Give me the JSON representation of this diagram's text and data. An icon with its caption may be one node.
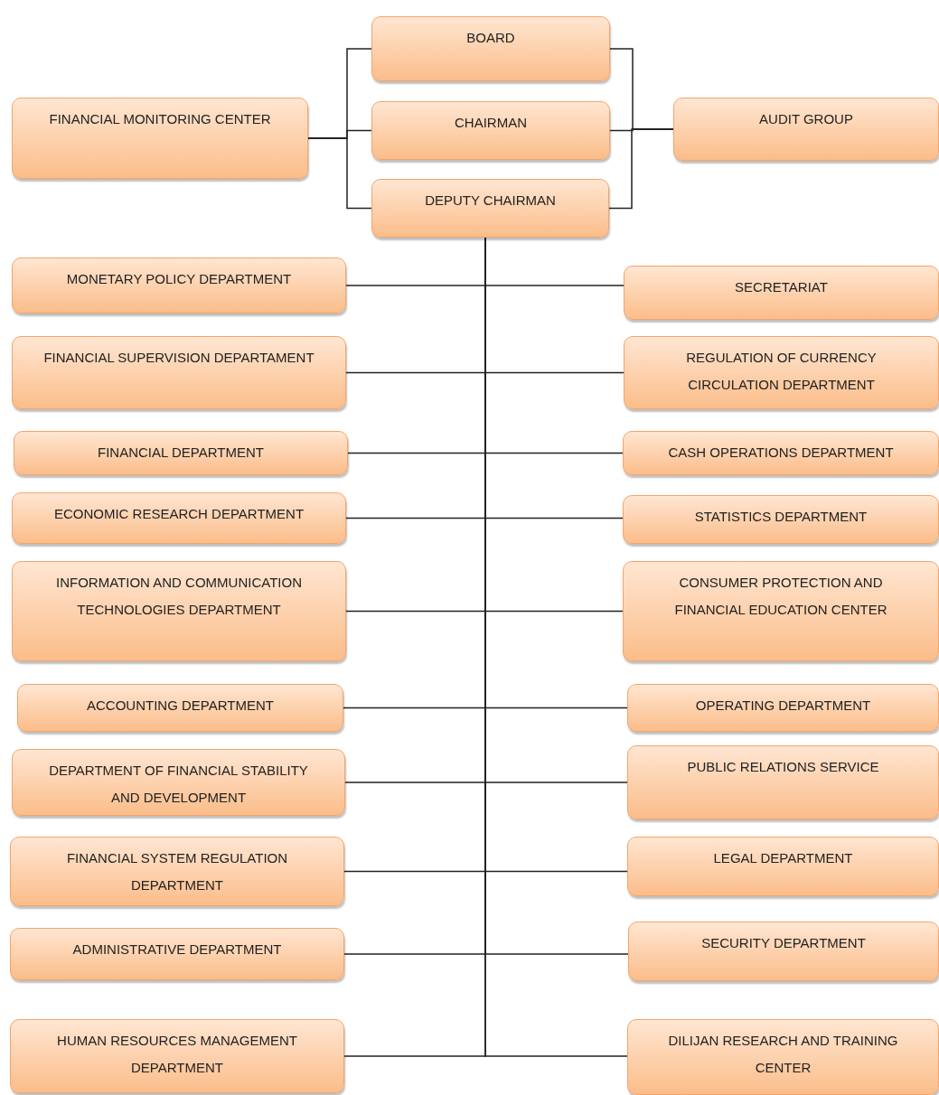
{
  "diagram": {
    "nodes": [
      {
        "text": [
          "BOARD"
        ]
      },
      {
        "text": [
          "FINANCIAL MONITORING CENTER"
        ]
      },
      {
        "text": [
          "CHAIRMAN"
        ]
      },
      {
        "text": [
          "AUDIT GROUP"
        ]
      },
      {
        "text": [
          "DEPUTY CHAIRMAN"
        ]
      },
      {
        "text": [
          "MONETARY POLICY DEPARTMENT"
        ]
      },
      {
        "text": [
          "SECRETARIAT"
        ]
      },
      {
        "text": [
          "FINANCIAL SUPERVISION DEPARTAMENT"
        ]
      },
      {
        "text": [
          "REGULATION OF CURRENCY CIRCULATION DEPARTMENT"
        ]
      },
      {
        "text": [
          "FINANCIAL DEPARTMENT"
        ]
      },
      {
        "text": [
          "CASH OPERATIONS DEPARTMENT"
        ]
      },
      {
        "text": [
          "ECONOMIC RESEARCH DEPARTMENT"
        ]
      },
      {
        "text": [
          "STATISTICS DEPARTMENT"
        ]
      },
      {
        "text": [
          "INFORMATION AND COMMUNICATION TECHNOLOGIES DEPARTMENT"
        ]
      },
      {
        "text": [
          "CONSUMER PROTECTION AND FINANCIAL EDUCATION CENTER"
        ]
      },
      {
        "text": [
          "ACCOUNTING DEPARTMENT"
        ]
      },
      {
        "text": [
          "OPERATING DEPARTMENT"
        ]
      },
      {
        "text": [
          "DEPARTMENT OF FINANCIAL STABILITY AND DEVELOPMENT"
        ]
      },
      {
        "text": [
          "PUBLIC RELATIONS SERVICE"
        ]
      },
      {
        "text": [
          "FINANCIAL SYSTEM REGULATION DEPARTMENT"
        ]
      },
      {
        "text": [
          "LEGAL DEPARTMENT"
        ]
      },
      {
        "text": [
          "ADMINISTRATIVE DEPARTMENT"
        ]
      },
      {
        "text": [
          "SECURITY DEPARTMENT"
        ]
      },
      {
        "text": [
          "HUMAN RESOURCES MANAGEMENT DEPARTMENT"
        ]
      },
      {
        "text": [
          "DILIJAN RESEARCH AND TRAINING CENTER"
        ]
      }
    ],
    "edges": [
      {
        "from": 1,
        "to": 0,
        "arrow": "none"
      },
      {
        "from": 1,
        "to": 2,
        "arrow": "none"
      },
      {
        "from": 1,
        "to": 4,
        "arrow": "none"
      },
      {
        "from": 0,
        "to": 3,
        "arrow": "none"
      },
      {
        "from": 2,
        "to": 3,
        "arrow": "none"
      },
      {
        "from": 4,
        "to": 3,
        "arrow": "none"
      },
      {
        "from": 4,
        "to": 5,
        "arrow": "none"
      },
      {
        "from": 4,
        "to": 6,
        "arrow": "none"
      },
      {
        "from": 4,
        "to": 7,
        "arrow": "none"
      },
      {
        "from": 4,
        "to": 8,
        "arrow": "none"
      },
      {
        "from": 4,
        "to": 9,
        "arrow": "none"
      },
      {
        "from": 4,
        "to": 10,
        "arrow": "none"
      },
      {
        "from": 4,
        "to": 11,
        "arrow": "none"
      },
      {
        "from": 4,
        "to": 12,
        "arrow": "none"
      },
      {
        "from": 4,
        "to": 13,
        "arrow": "none"
      },
      {
        "from": 4,
        "to": 14,
        "arrow": "none"
      },
      {
        "from": 4,
        "to": 15,
        "arrow": "none"
      },
      {
        "from": 4,
        "to": 16,
        "arrow": "none"
      },
      {
        "from": 4,
        "to": 17,
        "arrow": "none"
      },
      {
        "from": 4,
        "to": 18,
        "arrow": "none"
      },
      {
        "from": 4,
        "to": 19,
        "arrow": "none"
      },
      {
        "from": 4,
        "to": 20,
        "arrow": "none"
      },
      {
        "from": 4,
        "to": 21,
        "arrow": "none"
      },
      {
        "from": 4,
        "to": 22,
        "arrow": "none"
      },
      {
        "from": 4,
        "to": 23,
        "arrow": "none"
      },
      {
        "from": 4,
        "to": 24,
        "arrow": "none"
      }
    ]
  }
}
